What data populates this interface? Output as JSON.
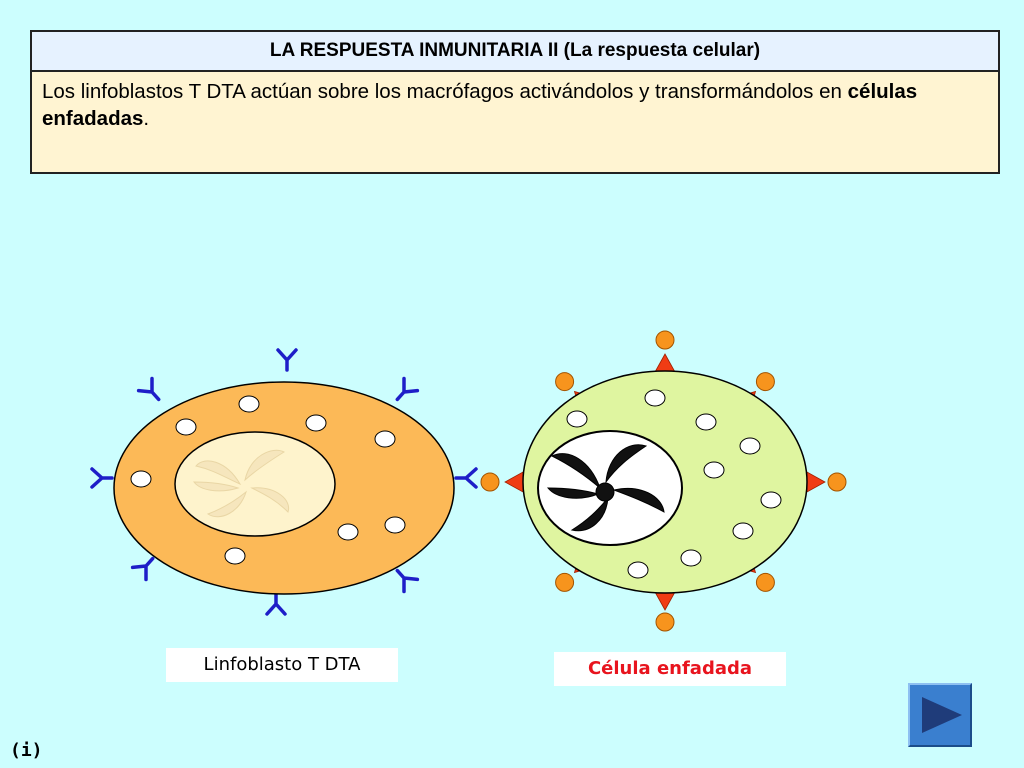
{
  "slide": {
    "title": "LA RESPUESTA INMUNITARIA II (La respuesta celular)",
    "text_main": "Los linfoblastos T DTA actúan sobre los macrófagos activándolos y transformándolos en",
    "text_bold": "células enfadadas",
    "text_end": "."
  },
  "labels": {
    "lymphoblast": "Linfoblasto T DTA",
    "angry_cell": "Célula enfadada"
  },
  "footer": {
    "info": "(i)"
  },
  "navigation": {
    "next_icon": "play-triangle-icon"
  },
  "colors": {
    "background": "#ccfefe",
    "lymphoblast_body": "#fcb957",
    "antibody": "#1e1ec8",
    "angry_cell_body": "#dff5a0",
    "angry_label": "#e8141e",
    "spike": "#f03c14",
    "spike_ball": "#f7941d",
    "nav_button": "#3a7fcf"
  }
}
